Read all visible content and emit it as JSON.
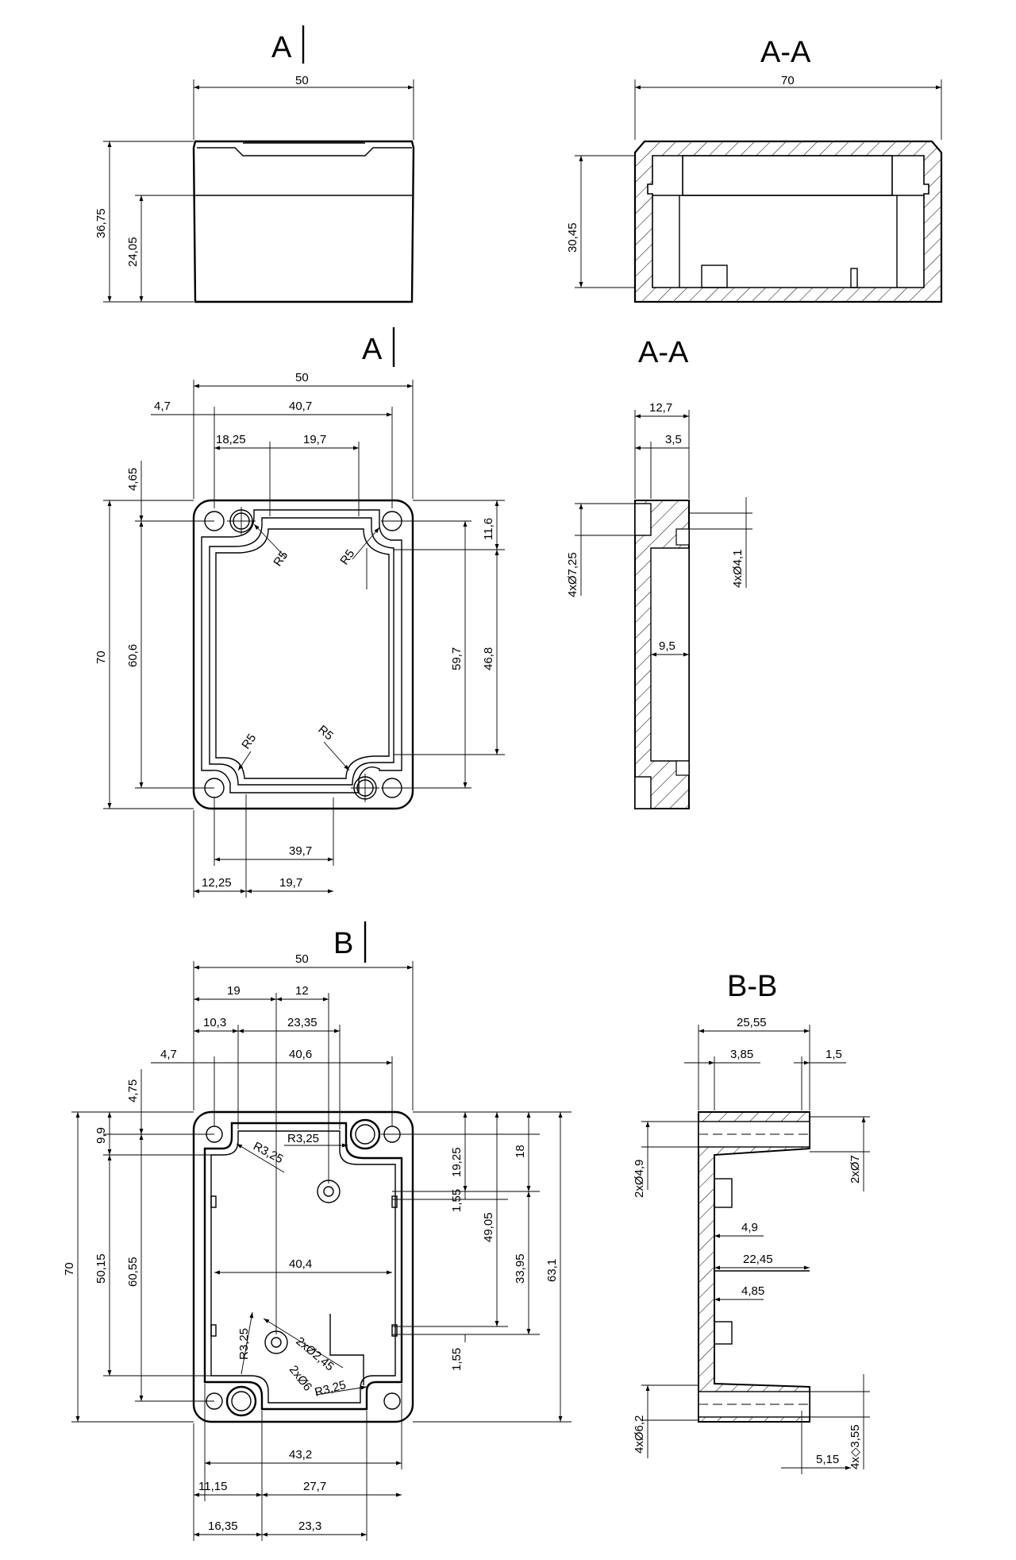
{
  "views": {
    "side": {
      "label": "A",
      "dims": {
        "w": "50",
        "h1": "36,75",
        "h2": "24,05"
      }
    },
    "section_top": {
      "label": "A-A",
      "dims": {
        "w": "70",
        "h": "30,45"
      }
    },
    "cover": {
      "label": "A",
      "dims": [
        "50",
        "4,7",
        "40,7",
        "18,25",
        "19,7",
        "4,65",
        "70",
        "60,6",
        "59,7",
        "46,8",
        "11,6",
        "R5",
        "R5",
        "R5",
        "R5",
        "39,7",
        "12,25",
        "19,7"
      ]
    },
    "cover_section": {
      "label": "A-A",
      "dims": [
        "12,7",
        "3,5",
        "4xØ7,25",
        "4xØ4,1",
        "9,5"
      ]
    },
    "base": {
      "label": "B",
      "dims": [
        "50",
        "19",
        "12",
        "10,3",
        "23,35",
        "4,7",
        "40,6",
        "4,75",
        "9,9",
        "R3,25",
        "R3,25",
        "19,25",
        "18",
        "70",
        "50,15",
        "60,55",
        "1,55",
        "49,05",
        "33,95",
        "63,1",
        "40,4",
        "R3,25",
        "2xØ2,45",
        "2xØ6",
        "R3,25",
        "1,55",
        "43,2",
        "11,15",
        "27,7",
        "16,35",
        "23,3"
      ]
    },
    "base_section": {
      "label": "B-B",
      "dims": [
        "25,55",
        "3,85",
        "1,5",
        "2xØ4,9",
        "2xØ7",
        "4,9",
        "22,45",
        "4,85",
        "4xØ6,2",
        "5,15",
        "4x◇3,55"
      ]
    }
  }
}
